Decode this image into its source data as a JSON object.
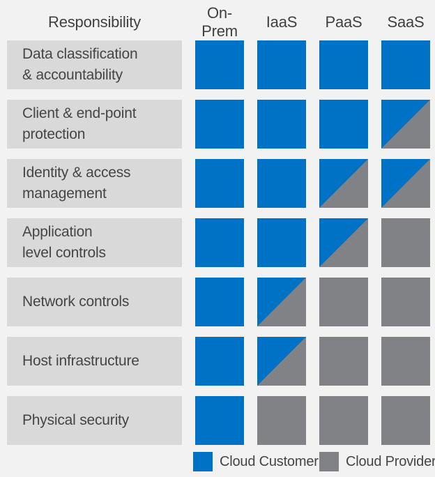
{
  "colors": {
    "customer": "#0072C6",
    "provider": "#808285",
    "label-bg": "#D9D9D9",
    "page-bg": "#F2F2F2",
    "text": "#404040",
    "label-text": "#454545"
  },
  "header": {
    "responsibility": "Responsibility",
    "columns": [
      "On-Prem",
      "IaaS",
      "PaaS",
      "SaaS"
    ]
  },
  "rows": [
    {
      "label": "Data classification\n& accountability",
      "cells": [
        "customer",
        "customer",
        "customer",
        "customer"
      ]
    },
    {
      "label": "Client & end-point\nprotection",
      "cells": [
        "customer",
        "customer",
        "customer",
        "shared"
      ]
    },
    {
      "label": "Identity & access\nmanagement",
      "cells": [
        "customer",
        "customer",
        "shared",
        "shared"
      ]
    },
    {
      "label": "Application\nlevel controls",
      "cells": [
        "customer",
        "customer",
        "shared",
        "provider"
      ]
    },
    {
      "label": "Network controls",
      "cells": [
        "customer",
        "shared",
        "provider",
        "provider"
      ]
    },
    {
      "label": "Host infrastructure",
      "cells": [
        "customer",
        "shared",
        "provider",
        "provider"
      ]
    },
    {
      "label": "Physical security",
      "cells": [
        "customer",
        "provider",
        "provider",
        "provider"
      ]
    }
  ],
  "legend": [
    {
      "label": "Cloud Customer",
      "fill": "customer"
    },
    {
      "label": "Cloud Provider",
      "fill": "provider"
    }
  ]
}
